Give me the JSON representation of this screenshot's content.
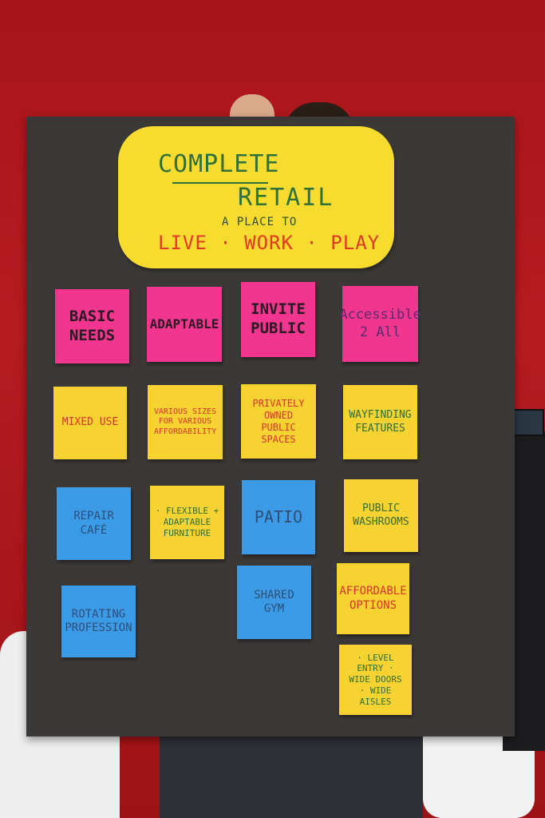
{
  "title_note": {
    "line1": "COMPLETE",
    "line2": "RETAIL",
    "line3": "A PLACE TO",
    "line4": "LIVE · WORK · PLAY"
  },
  "notes": {
    "basic_needs": "BASIC NEEDS",
    "adaptable": "ADAPTABLE",
    "invite_public": "INVITE PUBLIC",
    "accessible": "Accessible 2 All",
    "mixed_use": "MIXED USE",
    "various_sizes": "VARIOUS SIZES FOR VARIOUS AFFORDABILITY",
    "privately_owned": "PRIVATELY OWNED PUBLIC SPACES",
    "wayfinding": "WAYFINDING FEATURES",
    "repair_cafe": "REPAIR CAFÉ",
    "flexible": "· FLEXIBLE + ADAPTABLE FURNITURE",
    "patio": "PATIO",
    "public_washrooms": "PUBLIC WASHROOMS",
    "rotating": "ROTATING PROFESSION",
    "shared_gym": "SHARED GYM",
    "affordable_options": "AFFORDABLE OPTIONS",
    "level_entry": "· LEVEL ENTRY · WIDE DOORS · WIDE AISLES"
  }
}
